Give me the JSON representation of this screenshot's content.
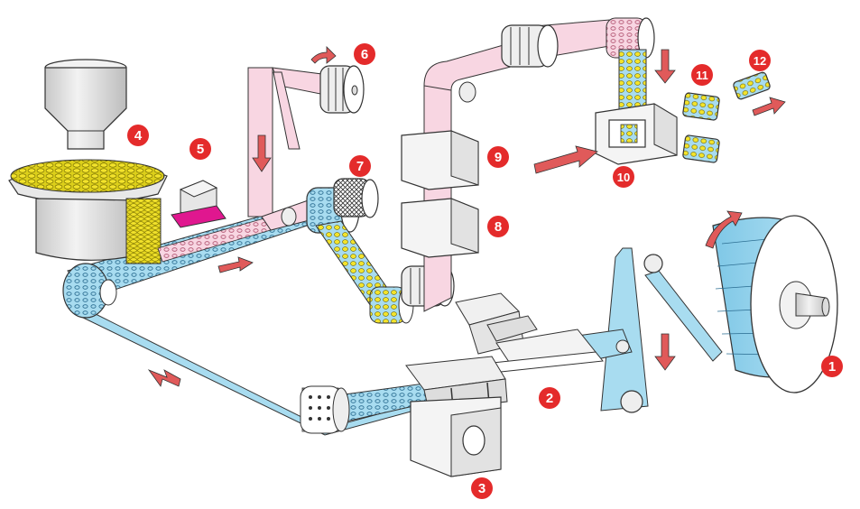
{
  "title": "",
  "colors": {
    "forming_web": "#a8dcf0",
    "lidding_web": "#f8d6e2",
    "metal": "#e6e6e6",
    "outline": "#333333",
    "pill": "#f3e32b",
    "arrow": "#e05a5a",
    "badge": "#e42b2b",
    "sealer": "#e0178f"
  },
  "stations": [
    {
      "number": "1"
    },
    {
      "number": "2"
    },
    {
      "number": "3"
    },
    {
      "number": "4"
    },
    {
      "number": "5"
    },
    {
      "number": "6"
    },
    {
      "number": "7"
    },
    {
      "number": "8"
    },
    {
      "number": "9"
    },
    {
      "number": "10"
    },
    {
      "number": "11"
    },
    {
      "number": "12"
    }
  ]
}
